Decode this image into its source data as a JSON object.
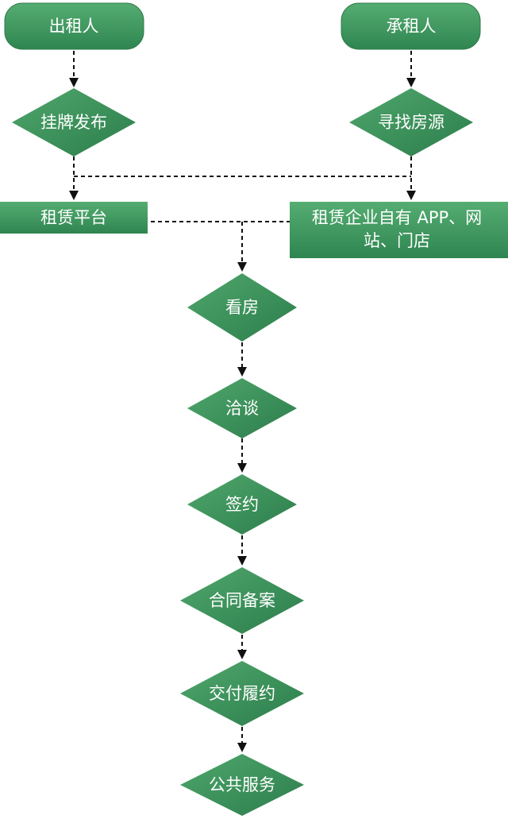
{
  "colors": {
    "node_fill": "#3a8f58",
    "node_fill_light": "#55ad72",
    "node_stroke": "#2e7a4a",
    "connector": "#111111",
    "text": "#ffffff"
  },
  "nodes": {
    "lessor": "出租人",
    "lessee": "承租人",
    "list_publish": "挂牌发布",
    "find_source": "寻找房源",
    "rental_platform": "租赁平台",
    "company_channel_line1": "租赁企业自有 APP、网",
    "company_channel_line2": "站、门店",
    "view_house": "看房",
    "negotiate": "洽谈",
    "sign": "签约",
    "contract_filing": "合同备案",
    "delivery": "交付履约",
    "public_service": "公共服务"
  }
}
